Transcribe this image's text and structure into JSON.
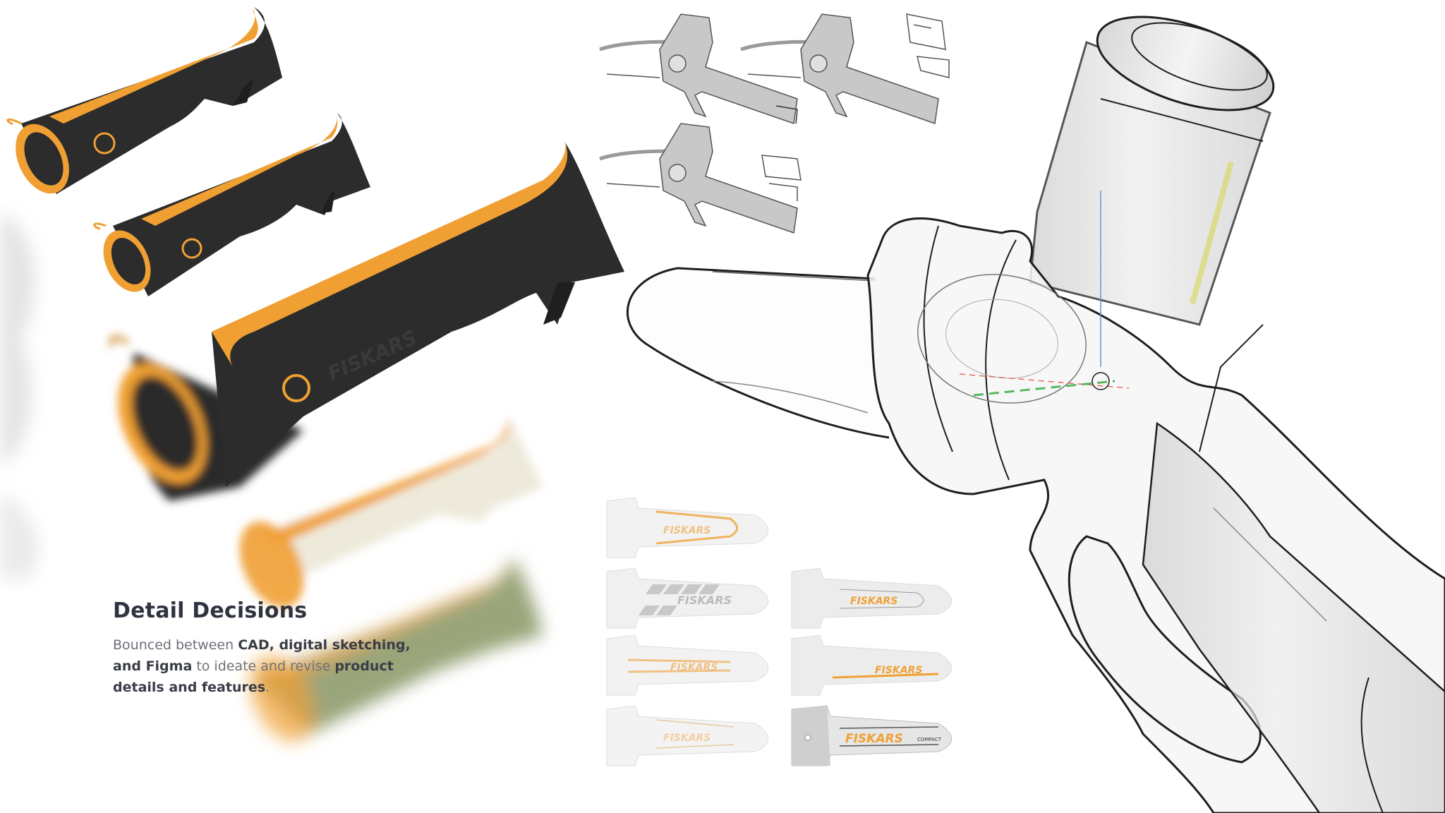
{
  "section": {
    "title": "Detail Decisions",
    "body_parts": [
      {
        "text": "Bounced between ",
        "bold": false
      },
      {
        "text": "CAD, digital sketching, and Figma",
        "bold": true
      },
      {
        "text": " to ideate and revise ",
        "bold": false
      },
      {
        "text": "product details and features",
        "bold": true
      },
      {
        "text": ".",
        "bold": false
      }
    ]
  },
  "brand": {
    "name": "FISKARS",
    "sub_label": "COMPACT",
    "colors": {
      "orange": "#f0a033",
      "dark": "#2c2c2c",
      "cream": "#eeeadb",
      "sage": "#9aa57a"
    }
  }
}
